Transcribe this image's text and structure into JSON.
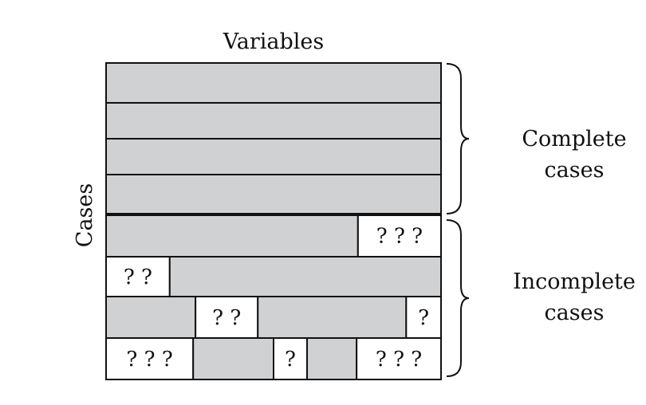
{
  "title": "Variables",
  "y_axis_label": "Cases",
  "groups": {
    "complete": {
      "line1": "Complete",
      "line2": "cases"
    },
    "incomplete": {
      "line1": "Incomplete",
      "line2": "cases"
    }
  },
  "rows": [
    {
      "segments": [
        {
          "type": "filled",
          "span": 1.0
        }
      ]
    },
    {
      "segments": [
        {
          "type": "filled",
          "span": 1.0
        }
      ]
    },
    {
      "segments": [
        {
          "type": "filled",
          "span": 1.0
        }
      ]
    },
    {
      "segments": [
        {
          "type": "filled",
          "span": 1.0
        }
      ]
    },
    {
      "segments": [
        {
          "type": "filled",
          "span": 0.752
        },
        {
          "type": "missing",
          "span": 0.248,
          "text": "? ? ?"
        }
      ]
    },
    {
      "segments": [
        {
          "type": "missing",
          "span": 0.19,
          "text": "? ?"
        },
        {
          "type": "filled",
          "span": 0.81
        }
      ]
    },
    {
      "segments": [
        {
          "type": "filled",
          "span": 0.267
        },
        {
          "type": "missing",
          "span": 0.186,
          "text": "? ?"
        },
        {
          "type": "filled",
          "span": 0.443
        },
        {
          "type": "missing",
          "span": 0.104,
          "text": "?"
        }
      ]
    },
    {
      "segments": [
        {
          "type": "missing",
          "span": 0.26,
          "text": "? ? ?"
        },
        {
          "type": "filled",
          "span": 0.24
        },
        {
          "type": "missing",
          "span": 0.1,
          "text": "?"
        },
        {
          "type": "filled",
          "span": 0.148
        },
        {
          "type": "missing",
          "span": 0.252,
          "text": "? ? ?"
        }
      ]
    }
  ],
  "colors": {
    "filled": "#d0d1d3",
    "missing": "#ffffff",
    "stroke": "#111111"
  }
}
